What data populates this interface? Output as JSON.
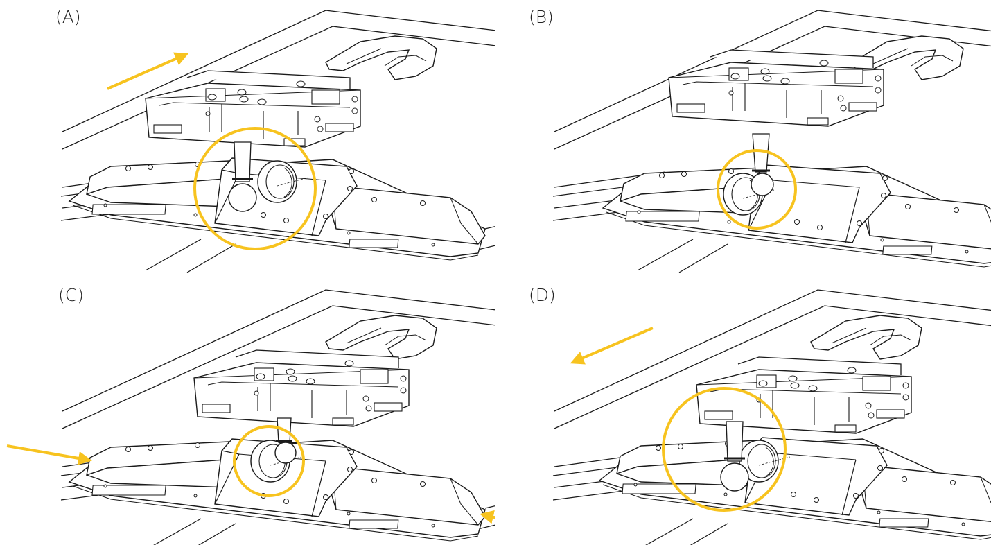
{
  "colors": {
    "accent": "#F7C31F",
    "line": "#1a1a1a",
    "fill": "#ffffff"
  },
  "panels": [
    {
      "id": "A",
      "label": "(A)"
    },
    {
      "id": "B",
      "label": "(B)"
    },
    {
      "id": "C",
      "label": "(C)"
    },
    {
      "id": "D",
      "label": "(D)"
    }
  ]
}
